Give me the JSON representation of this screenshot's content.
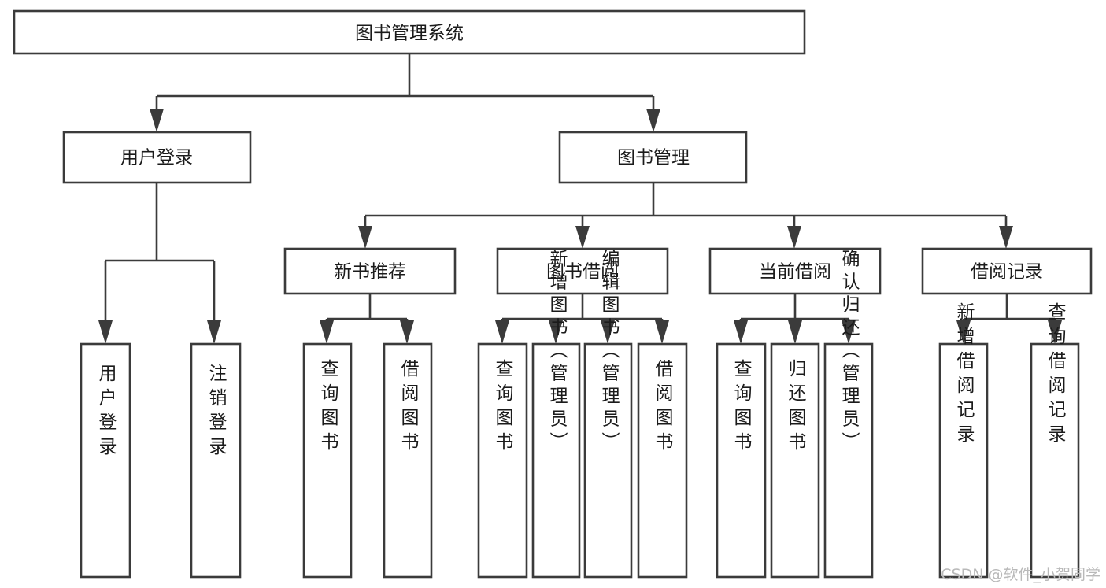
{
  "diagram": {
    "title": "图书管理系统",
    "type": "tree-hierarchy",
    "colors": {
      "stroke": "#3b3b3b",
      "box_fill": "#ffffff",
      "text": "#1b1b1b",
      "background": "#ffffff",
      "watermark": "#b9b9b9"
    },
    "watermark": "CSDN @软件_小贺同学",
    "root": {
      "label": "图书管理系统"
    },
    "level2": [
      {
        "label": "用户登录"
      },
      {
        "label": "图书管理"
      }
    ],
    "user_login_leaves": [
      {
        "label": "用户登录"
      },
      {
        "label": "注销登录"
      }
    ],
    "level3": [
      {
        "label": "新书推荐"
      },
      {
        "label": "图书借阅"
      },
      {
        "label": "当前借阅"
      },
      {
        "label": "借阅记录"
      }
    ],
    "new_book_leaves": [
      {
        "label": "查询图书"
      },
      {
        "label": "借阅图书"
      }
    ],
    "book_borrow_leaves": [
      {
        "label": "查询图书"
      },
      {
        "label": "新增图书（管理员）"
      },
      {
        "label": "编辑图书（管理员）"
      },
      {
        "label": "借阅图书"
      }
    ],
    "current_borrow_leaves": [
      {
        "label": "查询图书"
      },
      {
        "label": "归还图书"
      },
      {
        "label": "确认归还（管理员）"
      }
    ],
    "borrow_record_leaves": [
      {
        "label": "新增借阅记录"
      },
      {
        "label": "查询借阅记录"
      }
    ]
  }
}
